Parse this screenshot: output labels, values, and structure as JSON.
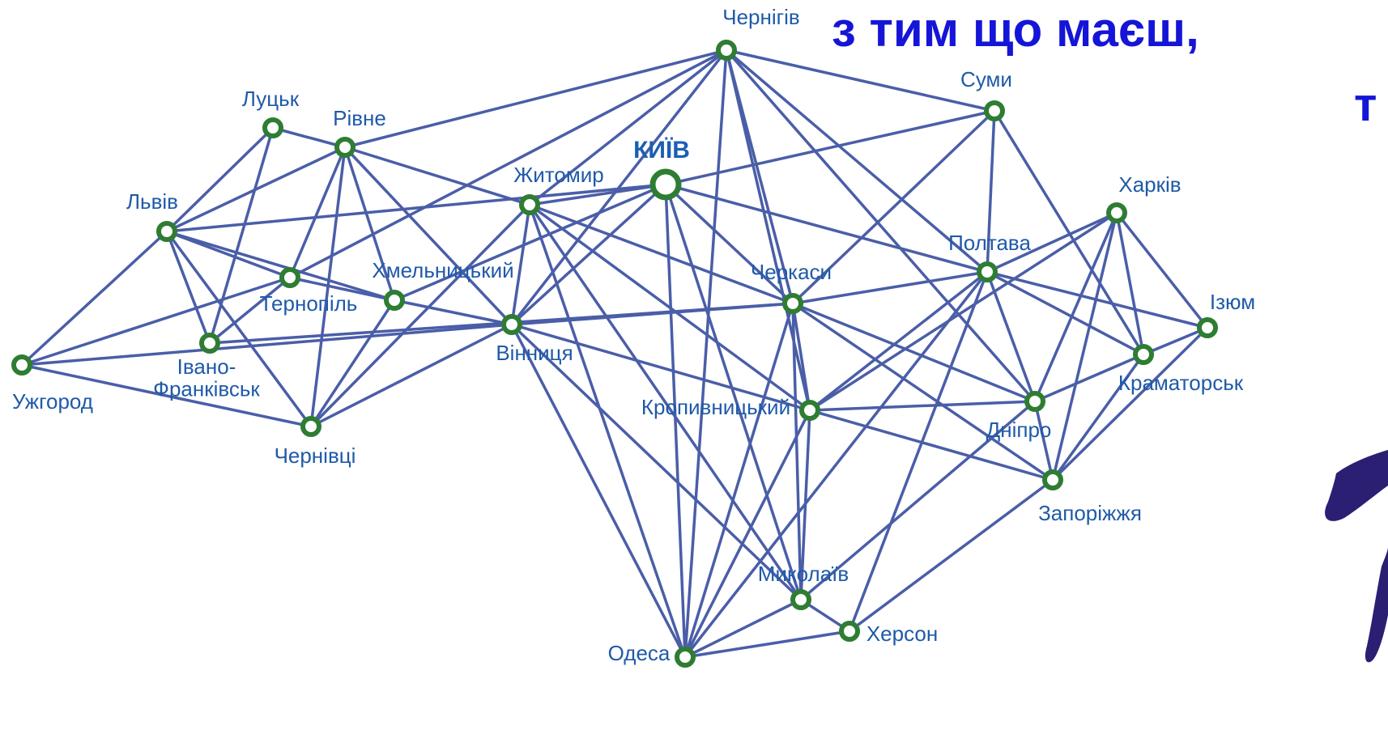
{
  "headline": {
    "line1": "з тим що маєш,",
    "line2": "т"
  },
  "colors": {
    "edge": "#4a5ea8",
    "node_ring": "#2e7d32",
    "label": "#1f5aa8",
    "headline": "#1515d8",
    "brush": "#2b1f73"
  },
  "capital": "kyiv",
  "cities": [
    {
      "id": "chernihiv",
      "name": "Чернігів"
    },
    {
      "id": "sumy",
      "name": "Суми"
    },
    {
      "id": "lutsk",
      "name": "Луцьк"
    },
    {
      "id": "rivne",
      "name": "Рівне"
    },
    {
      "id": "kyiv",
      "name": "КИЇВ"
    },
    {
      "id": "zhytomyr",
      "name": "Житомир"
    },
    {
      "id": "lviv",
      "name": "Львів"
    },
    {
      "id": "kharkiv",
      "name": "Харків"
    },
    {
      "id": "poltava",
      "name": "Полтава"
    },
    {
      "id": "khmelnytskyi",
      "name": "Хмельницький"
    },
    {
      "id": "cherkasy",
      "name": "Черкаси"
    },
    {
      "id": "ternopil",
      "name": "Тернопіль"
    },
    {
      "id": "izium",
      "name": "Ізюм"
    },
    {
      "id": "vinnytsia",
      "name": "Вінниця"
    },
    {
      "id": "uzhhorod",
      "name": "Ужгород"
    },
    {
      "id": "ivano-frankivsk",
      "name": "Івано-\nФранківськ"
    },
    {
      "id": "kramatorsk",
      "name": "Краматорськ"
    },
    {
      "id": "kropyvnytskyi",
      "name": "Кропивницький"
    },
    {
      "id": "dnipro",
      "name": "Дніпро"
    },
    {
      "id": "chernivtsi",
      "name": "Чернівці"
    },
    {
      "id": "zaporizhzhia",
      "name": "Запоріжжя"
    },
    {
      "id": "mykolaiv",
      "name": "Миколаїв"
    },
    {
      "id": "kherson",
      "name": "Херсон"
    },
    {
      "id": "odesa",
      "name": "Одеса"
    }
  ],
  "connections": [
    [
      "chernihiv",
      "rivne"
    ],
    [
      "chernihiv",
      "sumy"
    ],
    [
      "chernihiv",
      "ternopil"
    ],
    [
      "chernihiv",
      "zhytomyr"
    ],
    [
      "chernihiv",
      "vinnytsia"
    ],
    [
      "chernihiv",
      "cherkasy"
    ],
    [
      "chernihiv",
      "poltava"
    ],
    [
      "chernihiv",
      "dnipro"
    ],
    [
      "chernihiv",
      "kropyvnytskyi"
    ],
    [
      "chernihiv",
      "odesa"
    ],
    [
      "sumy",
      "kyiv"
    ],
    [
      "sumy",
      "cherkasy"
    ],
    [
      "sumy",
      "poltava"
    ],
    [
      "sumy",
      "kramatorsk"
    ],
    [
      "lutsk",
      "rivne"
    ],
    [
      "lutsk",
      "lviv"
    ],
    [
      "lutsk",
      "ivano-frankivsk"
    ],
    [
      "rivne",
      "lviv"
    ],
    [
      "rivne",
      "ternopil"
    ],
    [
      "rivne",
      "khmelnytskyi"
    ],
    [
      "rivne",
      "vinnytsia"
    ],
    [
      "rivne",
      "chernivtsi"
    ],
    [
      "rivne",
      "zhytomyr"
    ],
    [
      "kyiv",
      "zhytomyr"
    ],
    [
      "kyiv",
      "lviv"
    ],
    [
      "kyiv",
      "cherkasy"
    ],
    [
      "kyiv",
      "poltava"
    ],
    [
      "kyiv",
      "khmelnytskyi"
    ],
    [
      "kyiv",
      "vinnytsia"
    ],
    [
      "kyiv",
      "odesa"
    ],
    [
      "kyiv",
      "mykolaiv"
    ],
    [
      "zhytomyr",
      "vinnytsia"
    ],
    [
      "zhytomyr",
      "chernivtsi"
    ],
    [
      "zhytomyr",
      "cherkasy"
    ],
    [
      "zhytomyr",
      "kropyvnytskyi"
    ],
    [
      "zhytomyr",
      "mykolaiv"
    ],
    [
      "zhytomyr",
      "odesa"
    ],
    [
      "lviv",
      "uzhhorod"
    ],
    [
      "lviv",
      "ivano-frankivsk"
    ],
    [
      "lviv",
      "ternopil"
    ],
    [
      "lviv",
      "khmelnytskyi"
    ],
    [
      "lviv",
      "chernivtsi"
    ],
    [
      "ternopil",
      "khmelnytskyi"
    ],
    [
      "ternopil",
      "uzhhorod"
    ],
    [
      "ternopil",
      "ivano-frankivsk"
    ],
    [
      "khmelnytskyi",
      "chernivtsi"
    ],
    [
      "khmelnytskyi",
      "vinnytsia"
    ],
    [
      "uzhhorod",
      "chernivtsi"
    ],
    [
      "uzhhorod",
      "vinnytsia"
    ],
    [
      "vinnytsia",
      "cherkasy"
    ],
    [
      "vinnytsia",
      "chernivtsi"
    ],
    [
      "vinnytsia",
      "kropyvnytskyi"
    ],
    [
      "vinnytsia",
      "odesa"
    ],
    [
      "vinnytsia",
      "mykolaiv"
    ],
    [
      "ivano-frankivsk",
      "cherkasy"
    ],
    [
      "cherkasy",
      "poltava"
    ],
    [
      "cherkasy",
      "kropyvnytskyi"
    ],
    [
      "cherkasy",
      "dnipro"
    ],
    [
      "cherkasy",
      "mykolaiv"
    ],
    [
      "cherkasy",
      "odesa"
    ],
    [
      "cherkasy",
      "zaporizhzhia"
    ],
    [
      "poltava",
      "kharkiv"
    ],
    [
      "poltava",
      "dnipro"
    ],
    [
      "poltava",
      "kropyvnytskyi"
    ],
    [
      "poltava",
      "kramatorsk"
    ],
    [
      "poltava",
      "izium"
    ],
    [
      "poltava",
      "kherson"
    ],
    [
      "poltava",
      "odesa"
    ],
    [
      "kharkiv",
      "izium"
    ],
    [
      "kharkiv",
      "dnipro"
    ],
    [
      "kharkiv",
      "kramatorsk"
    ],
    [
      "kharkiv",
      "kropyvnytskyi"
    ],
    [
      "kharkiv",
      "zaporizhzhia"
    ],
    [
      "izium",
      "kramatorsk"
    ],
    [
      "izium",
      "zaporizhzhia"
    ],
    [
      "kramatorsk",
      "dnipro"
    ],
    [
      "kramatorsk",
      "zaporizhzhia"
    ],
    [
      "kropyvnytskyi",
      "dnipro"
    ],
    [
      "kropyvnytskyi",
      "odesa"
    ],
    [
      "kropyvnytskyi",
      "mykolaiv"
    ],
    [
      "kropyvnytskyi",
      "zaporizhzhia"
    ],
    [
      "dnipro",
      "zaporizhzhia"
    ],
    [
      "dnipro",
      "mykolaiv"
    ],
    [
      "zaporizhzhia",
      "kherson"
    ],
    [
      "mykolaiv",
      "kherson"
    ],
    [
      "mykolaiv",
      "odesa"
    ],
    [
      "kherson",
      "odesa"
    ]
  ]
}
